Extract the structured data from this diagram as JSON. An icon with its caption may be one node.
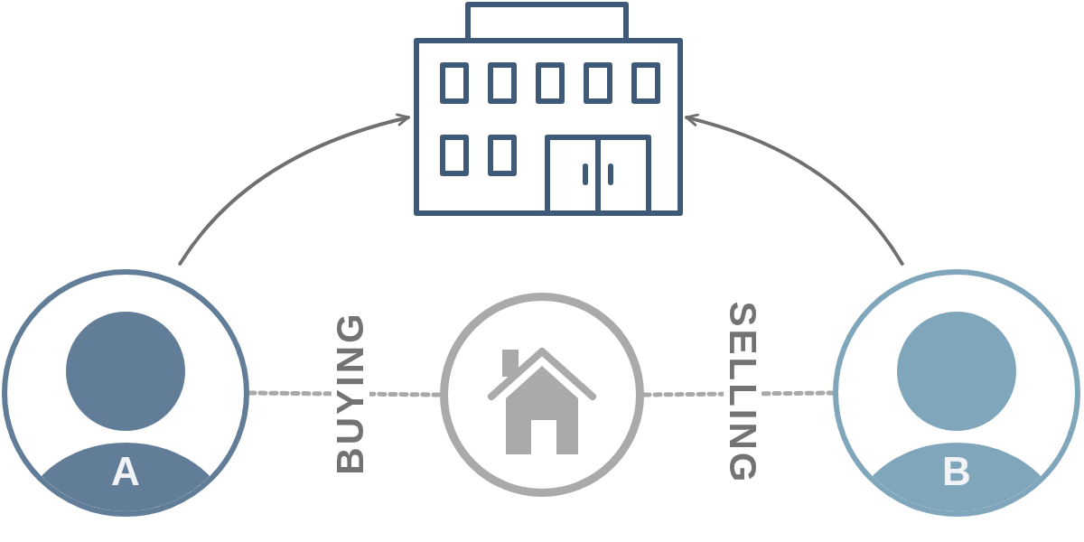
{
  "diagram": {
    "nodes": [
      {
        "text": [],
        "shape": "picture"
      },
      {
        "text": [
          "A"
        ]
      },
      {
        "text": [],
        "shape": "picture"
      },
      {
        "text": [
          "B"
        ]
      }
    ],
    "edges": [
      {
        "from": 1,
        "to": 0,
        "arrow": "to"
      },
      {
        "from": 3,
        "to": 0,
        "arrow": "to"
      },
      {
        "from": 1,
        "to": 2,
        "arrow": "none",
        "label": "BUYING",
        "style": "dashed"
      },
      {
        "from": 2,
        "to": 3,
        "arrow": "none",
        "label": "SELLING",
        "style": "dashed"
      }
    ]
  }
}
